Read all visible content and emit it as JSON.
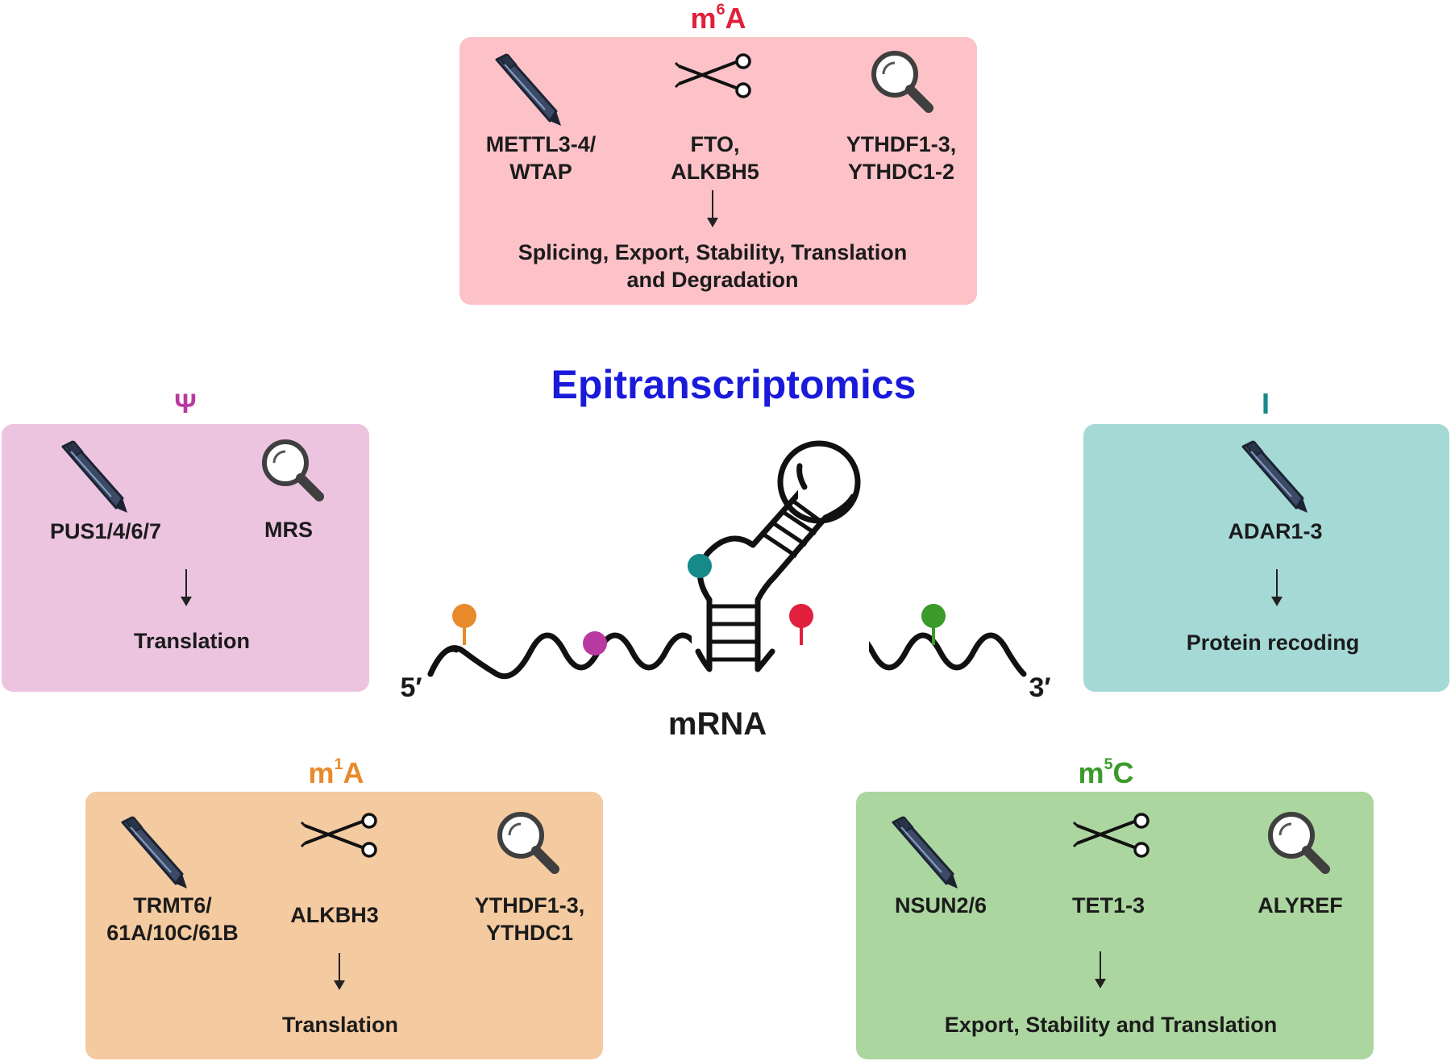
{
  "center_title": "Epitranscriptomics",
  "mrna_label": "mRNA",
  "five_prime": "5′",
  "three_prime": "3′",
  "m6a": {
    "title_base": "m",
    "title_sup": "6",
    "title_end": "A",
    "color": "#e0203c",
    "box_color": "#fcc2c7",
    "writer": [
      "METTL3-4/",
      "WTAP"
    ],
    "eraser": [
      "FTO,",
      "ALKBH5"
    ],
    "reader": [
      "YTHDF1-3,",
      "YTHDC1-2"
    ],
    "function": [
      "Splicing, Export, Stability, Translation",
      "and Degradation"
    ]
  },
  "psi": {
    "title": "Ψ",
    "color": "#b83aa0",
    "box_color": "#ecc4e0",
    "writer": "PUS1/4/6/7",
    "reader": "MRS",
    "function": "Translation"
  },
  "inosine": {
    "title": "I",
    "color": "#16898a",
    "box_color": "#a5d9d6",
    "writer": "ADAR1-3",
    "function": "Protein recoding"
  },
  "m1a": {
    "title_base": "m",
    "title_sup": "1",
    "title_end": "A",
    "color": "#e88a2b",
    "box_color": "#f4caa0",
    "writer": [
      "TRMT6/",
      "61A/10C/61B"
    ],
    "eraser": "ALKBH3",
    "reader": [
      "YTHDF1-3,",
      "YTHDC1"
    ],
    "function": "Translation"
  },
  "m5c": {
    "title_base": "m",
    "title_sup": "5",
    "title_end": "C",
    "color": "#3a9a2a",
    "box_color": "#acd6a0",
    "writer": "NSUN2/6",
    "eraser": "TET1-3",
    "reader": "ALYREF",
    "function": "Export, Stability and Translation"
  },
  "icons": [
    "pen-icon",
    "scissors-icon",
    "magnifier-icon"
  ]
}
